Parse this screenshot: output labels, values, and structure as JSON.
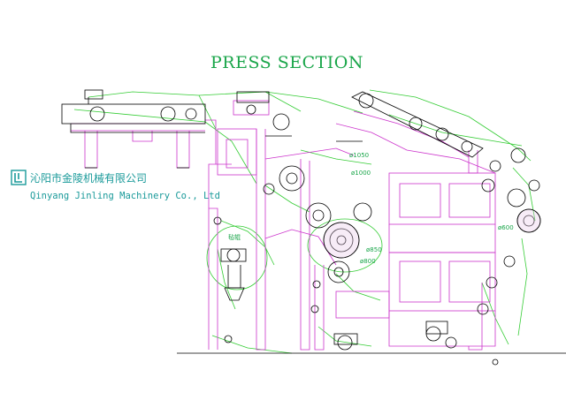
{
  "title": "PRESS SECTION",
  "company": {
    "name_cn": "沁阳市金陵机械有限公司",
    "name_en": "Qinyang Jinling Machinery Co., Ltd"
  },
  "roll_labels": {
    "roll_1050": "ø1050",
    "roll_1000": "ø1000",
    "roll_850": "ø850",
    "roll_800": "ø800",
    "roll_600": "ø600"
  },
  "small_labels": {
    "felt_label": "毡辊"
  },
  "colors": {
    "title": "#1aa64a",
    "felt_lines": "#33cc33",
    "frame_lines": "#cc33cc",
    "machine_lines": "#000000",
    "company_text": "#1a9a9a"
  }
}
